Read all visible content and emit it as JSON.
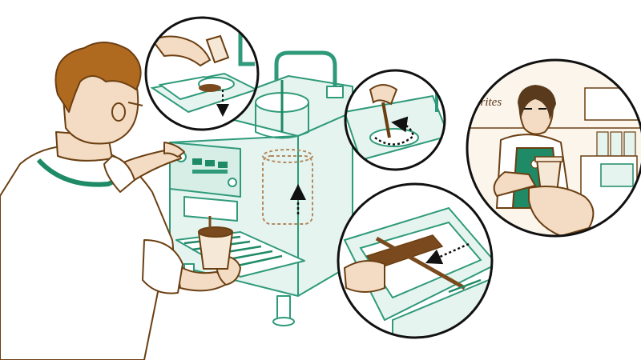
{
  "illustration": {
    "store_sign_text": "orites",
    "colors": {
      "machine_line": "#2f9a7a",
      "machine_fill": "#e6f4ef",
      "machine_green": "#1e8a66",
      "person_line": "#6b3f12",
      "skin": "#f3dcc3",
      "hair": "#b06a20",
      "coffee": "#7a4a1e",
      "arrow": "#111111"
    },
    "panels": [
      {
        "name": "pouring-grounds-inset"
      },
      {
        "name": "stirring-inset"
      },
      {
        "name": "scraping-filter-inset"
      },
      {
        "name": "barista-serving-inset"
      }
    ]
  }
}
